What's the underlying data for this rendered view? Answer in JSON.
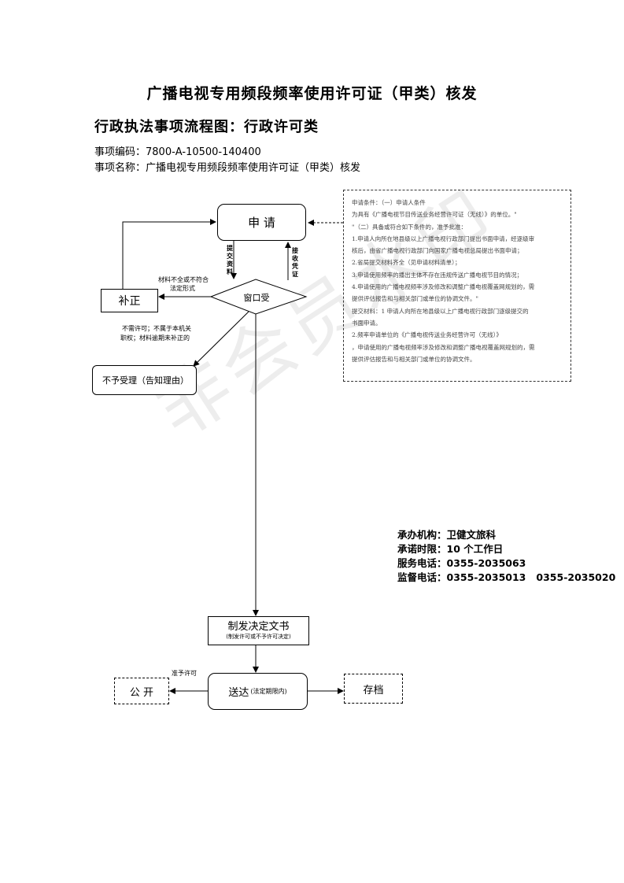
{
  "doc": {
    "title": "广播电视专用频段频率使用许可证（甲类）核发",
    "subtitle": "行政执法事项流程图：行政许可类",
    "code_line": "事项编码：7800-A-10500-140400",
    "name_line": "事项名称：广播电视专用频段频率使用许可证（甲类）核发"
  },
  "flow": {
    "apply": "申 请",
    "window": "窗口受",
    "supplement": "补正",
    "reject": "不予受理（告知理由）",
    "decision_main": "制发决定文书",
    "decision_sub": "(制发许可或不予许可决定)",
    "deliver_main": "送达",
    "deliver_sub": "(法定期限内)",
    "publish": "公 开",
    "archive": "存档",
    "label_submit": "提交资料",
    "label_receive": "接收凭证",
    "label_incomplete_1": "材料不全或不符合",
    "label_incomplete_2": "法定形式",
    "label_reject_1": "不需许可；不属于本机关",
    "label_reject_2": "职权；材料逾期未补正的",
    "label_grant": "准予许可"
  },
  "conditions": [
    "申请条件：（一）申请人条件",
    "为具有《广播电视节目传送业务经营许可证（无线）》的单位。\"",
    "\"（二）具备或符合如下条件的，准予批准：",
    "1.申请人向所在地县级以上广播电视行政部门提出书面申请，经逐级审",
    "核后，由省广播电视行政部门向国家广播电视总局提出书面申请；",
    "2.省局提交材料齐全（见申请材料清单）；",
    "3.申请使用频率的播出主体不存在违规传送广播电视节目的情况；",
    "4.申请使用的广播电视频率涉及修改和调整广播电视覆盖网规划的，需",
    "提供评估报告和与相关部门或单位的协调文件。\"",
    "提交材料：1  申请人向所在地县级以上广播电视行政部门逐级提交的",
    "书面申请。",
    "2.频率申请单位的《广播电视传送业务经营许可（无线）》",
    "，申请使用的广播电视频率涉及修改和调整广播电视覆盖网规划的，需",
    "提供评估报告和与相关部门或单位的协调文件。"
  ],
  "info": {
    "agency": "承办机构：卫健文旅科",
    "deadline": "承诺时限：10 个工作日",
    "service_phone": "服务电话：0355-2035063",
    "supervise_phone": "监督电话：0355-2035013   0355-2035020"
  },
  "watermark": "非会员水印"
}
